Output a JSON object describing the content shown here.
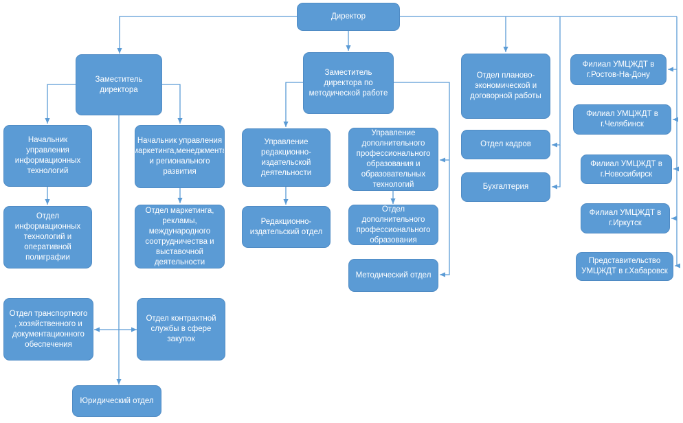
{
  "boxes": {
    "director": "Директор",
    "deputy": "Заместитель директора",
    "deputy_method": "Заместитель директора по методической работе",
    "planning": "Отдел планово-экономической и договорной работы",
    "hr": "Отдел кадров",
    "accounting": "Бухгалтерия",
    "branch_rostov": "Филиал УМЦЖДТ в г.Ростов-На-Дону",
    "branch_chel": "Филиал УМЦЖДТ в г.Челябинск",
    "branch_novosib": "Филиал УМЦЖДТ в г.Новосибирск",
    "branch_irkutsk": "Филиал УМЦЖДТ в г.Иркутск",
    "rep_khab": "Представительство УМЦЖДТ в г.Хабаровск",
    "it_head": "Начальник управления информационных технологий",
    "marketing_head": "Начальник управления маркетинга,менеджмента и регионального развития",
    "it_dept": "Отдел информационных технологий и оперативной полиграфии",
    "marketing_dept": "Отдел маркетинга, рекламы, международного соотрудничества и выставочной деятельности",
    "transport_dept": "Отдел транспортного , хозяйственного и документационного обеспечения",
    "contract_dept": "Отдел контрактной службы в сфере закупок",
    "legal_dept": "Юридический отдел",
    "publishing_mgmt": "Управление редакционно-издательской деятельности",
    "publishing_dept": "Редакционно-издательский отдел",
    "addl_edu_mgmt": "Управление дополнительного профессионального образования и образовательных технологий",
    "addl_edu_dept": "Отдел дополнительного профессионального образования",
    "method_dept": "Методический отдел"
  }
}
